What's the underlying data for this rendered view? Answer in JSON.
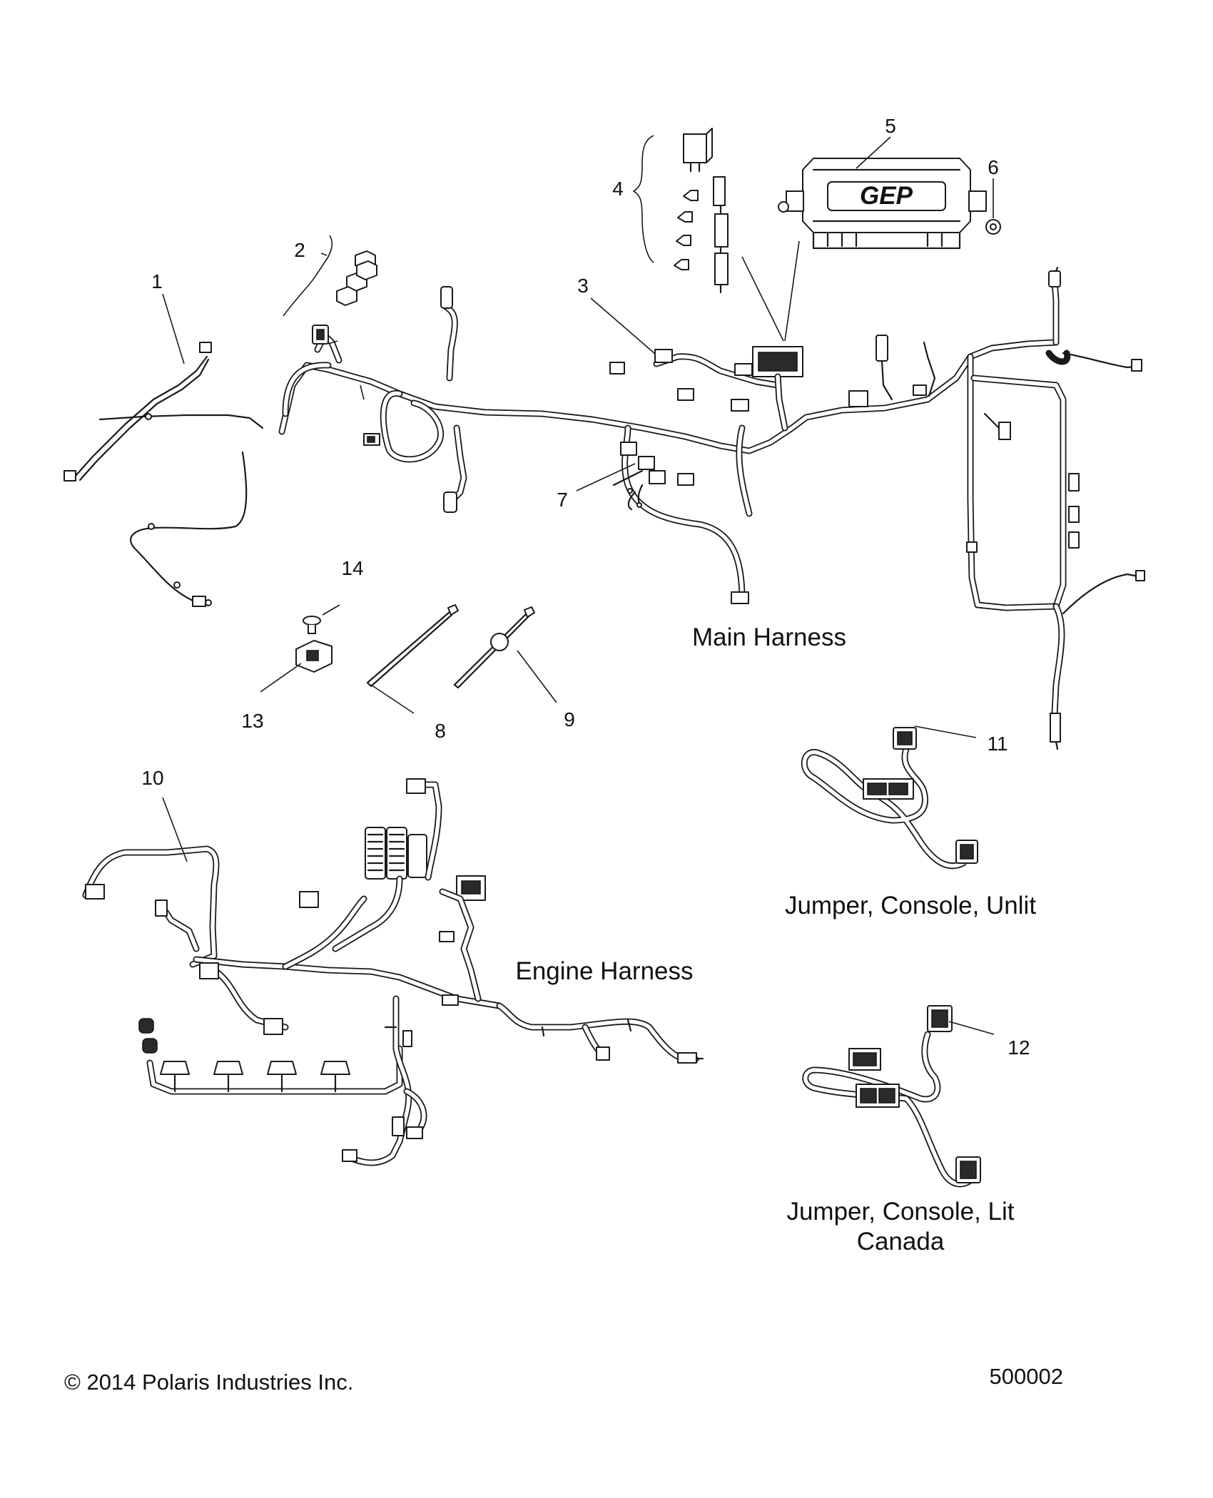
{
  "callouts": [
    "1",
    "2",
    "3",
    "4",
    "5",
    "6",
    "7",
    "8",
    "9",
    "10",
    "11",
    "12",
    "13",
    "14"
  ],
  "labels": {
    "main_harness": "Main Harness",
    "engine_harness": "Engine Harness",
    "jumper_unlit": "Jumper, Console, Unlit",
    "jumper_lit_line1": "Jumper, Console, Lit",
    "jumper_lit_line2": "Canada"
  },
  "fuse_box_logo": "GEP",
  "footer": {
    "copyright": "© 2014 Polaris Industries Inc.",
    "drawing_number": "500002"
  }
}
